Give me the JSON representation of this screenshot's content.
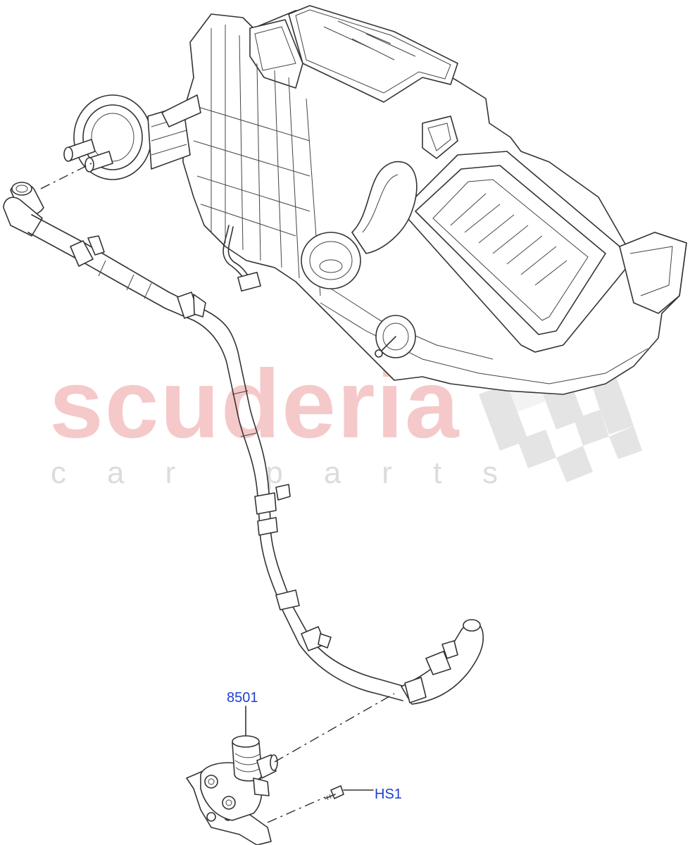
{
  "watermark": {
    "brand": "scuderia",
    "tagline": "car parts"
  },
  "callouts": [
    {
      "id": "8501",
      "label": "8501"
    },
    {
      "id": "HS1",
      "label": "HS1"
    }
  ],
  "colors": {
    "callout": "#1f3fd0",
    "watermark_brand": "#f5c9c9",
    "watermark_tagline": "#dcdcdc",
    "linework": "#333333"
  }
}
